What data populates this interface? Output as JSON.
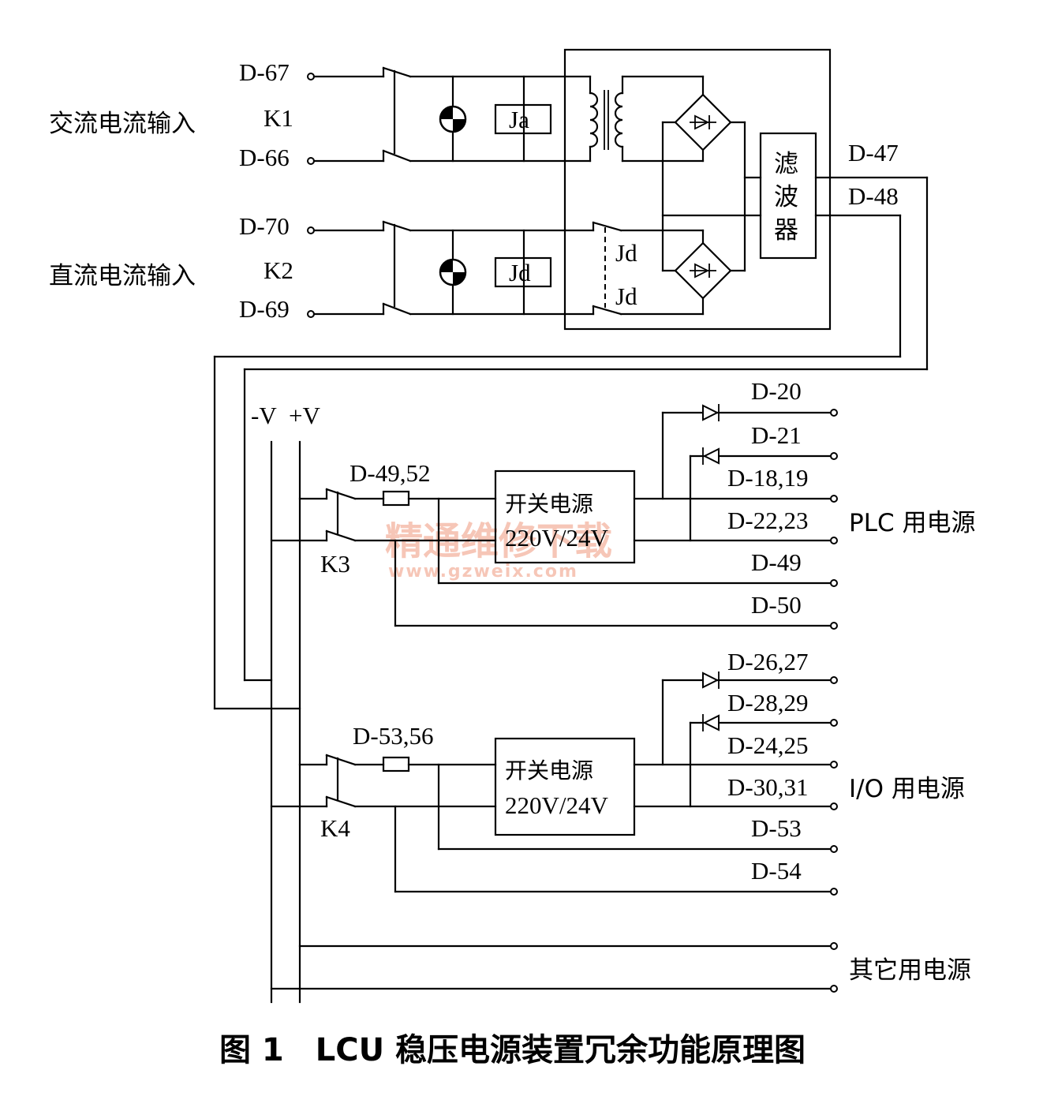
{
  "input_labels": {
    "ac_input": "交流电流输入",
    "dc_input": "直流电流输入",
    "k1": "K1",
    "k2": "K2"
  },
  "input_terminals": [
    "D-67",
    "D-66",
    "D-70",
    "D-69"
  ],
  "relays": {
    "ja": "Ja",
    "jd": "Jd",
    "jd_contact_top": "Jd",
    "jd_contact_bottom": "Jd"
  },
  "filter": {
    "chars": [
      "滤",
      "波",
      "器"
    ]
  },
  "filter_outputs": [
    "D-47",
    "D-48"
  ],
  "bus": {
    "neg": "-V",
    "pos": "+V"
  },
  "plc_group": {
    "fuse_label": "D-49,52",
    "switch_label": "K3",
    "psu_line1": "开关电源",
    "psu_line2": "220V/24V",
    "outputs": [
      "D-20",
      "D-21",
      "D-18,19",
      "D-22,23",
      "D-49",
      "D-50"
    ],
    "group_label": "PLC 用电源"
  },
  "io_group": {
    "fuse_label": "D-53,56",
    "switch_label": "K4",
    "psu_line1": "开关电源",
    "psu_line2": "220V/24V",
    "outputs": [
      "D-26,27",
      "D-28,29",
      "D-24,25",
      "D-30,31",
      "D-53",
      "D-54"
    ],
    "group_label": "I/O 用电源"
  },
  "other_label": "其它用电源",
  "caption": "图 1　LCU 稳压电源装置冗余功能原理图",
  "watermark": {
    "line1": "精通维修下载",
    "line2": "www.gzweix.com"
  }
}
